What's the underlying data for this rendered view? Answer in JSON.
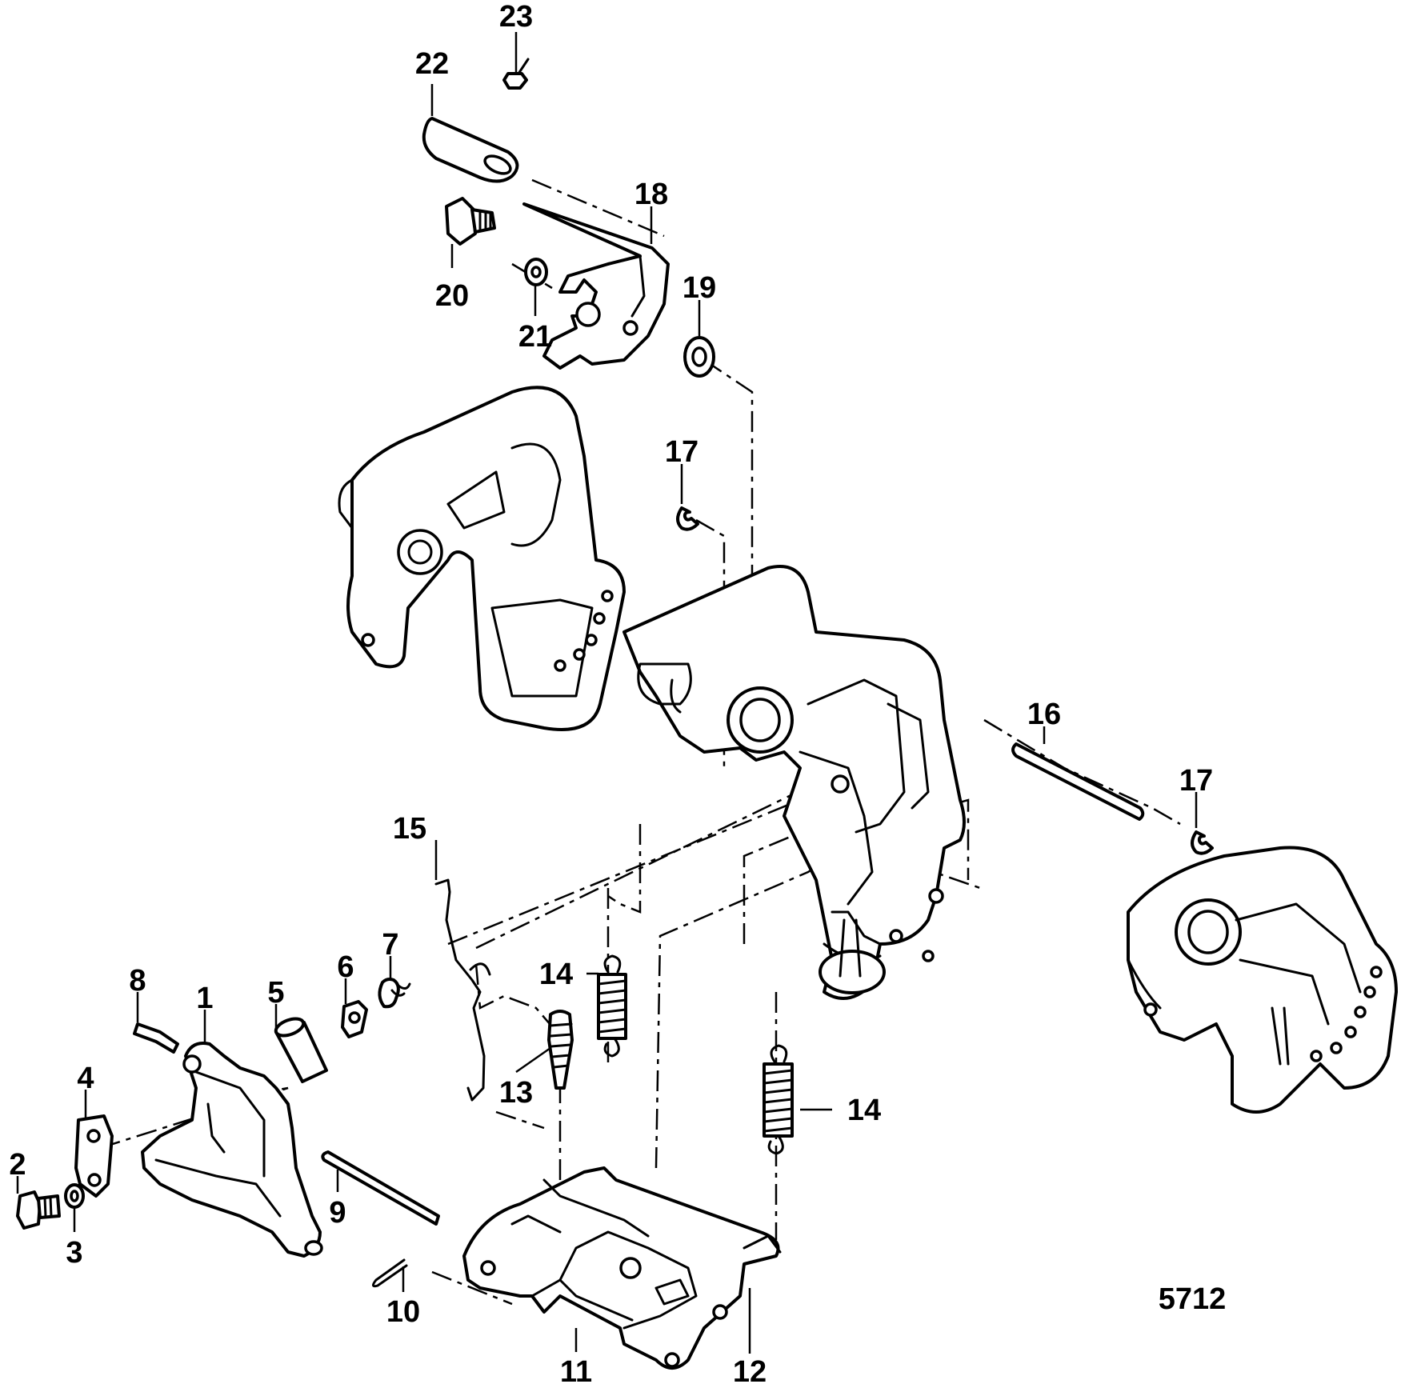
{
  "figure_number": "5712",
  "callouts": [
    {
      "id": "c1",
      "label": "1"
    },
    {
      "id": "c2",
      "label": "2"
    },
    {
      "id": "c3",
      "label": "3"
    },
    {
      "id": "c4",
      "label": "4"
    },
    {
      "id": "c5",
      "label": "5"
    },
    {
      "id": "c6",
      "label": "6"
    },
    {
      "id": "c7",
      "label": "7"
    },
    {
      "id": "c8",
      "label": "8"
    },
    {
      "id": "c9",
      "label": "9"
    },
    {
      "id": "c10",
      "label": "10"
    },
    {
      "id": "c11",
      "label": "11"
    },
    {
      "id": "c12",
      "label": "12"
    },
    {
      "id": "c13",
      "label": "13"
    },
    {
      "id": "c14a",
      "label": "14"
    },
    {
      "id": "c14b",
      "label": "14"
    },
    {
      "id": "c15",
      "label": "15"
    },
    {
      "id": "c16",
      "label": "16"
    },
    {
      "id": "c17a",
      "label": "17"
    },
    {
      "id": "c17b",
      "label": "17"
    },
    {
      "id": "c18",
      "label": "18"
    },
    {
      "id": "c19",
      "label": "19"
    },
    {
      "id": "c20",
      "label": "20"
    },
    {
      "id": "c21",
      "label": "21"
    },
    {
      "id": "c22",
      "label": "22"
    },
    {
      "id": "c23",
      "label": "23"
    }
  ]
}
